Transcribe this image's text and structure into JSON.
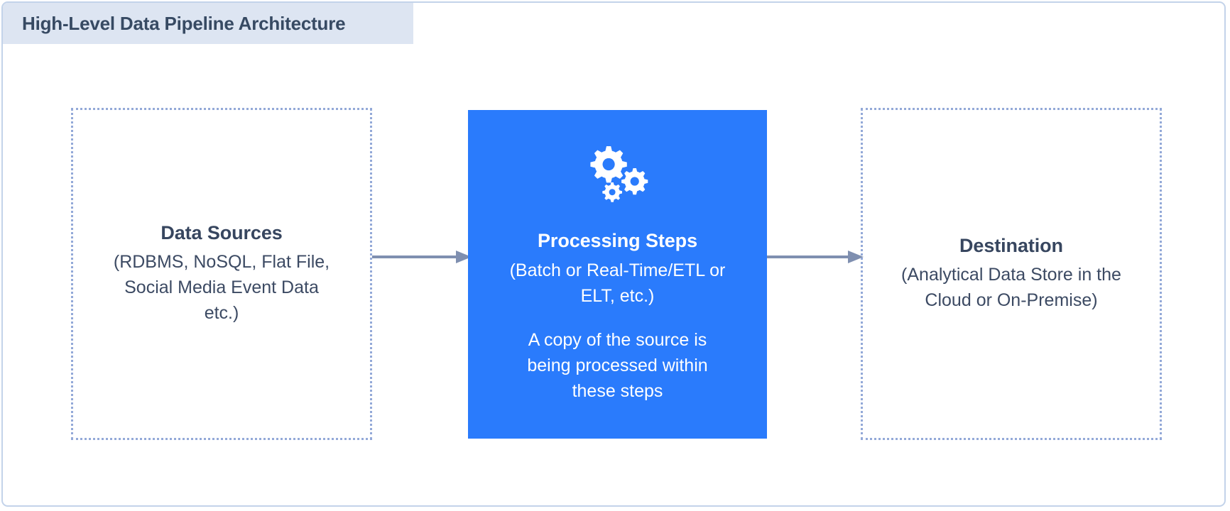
{
  "header": {
    "title": "High-Level Data Pipeline Architecture",
    "band_color": "#dde5f2",
    "text_color": "#374a63"
  },
  "colors": {
    "frame_border": "#c3d3ea",
    "dotted_border": "#93a9d8",
    "accent_blue": "#2a7bfc",
    "arrow": "#7f8fb0",
    "body_text": "#3c4a63",
    "heading_text": "#37465f",
    "background": "#ffffff"
  },
  "diagram": {
    "type": "flow",
    "nodes": [
      {
        "id": "sources",
        "title": "Data Sources",
        "subtitle": "(RDBMS, NoSQL, Flat File, Social Media Event Data etc.)",
        "style": "dotted-outline",
        "icon": null,
        "note": null
      },
      {
        "id": "processing",
        "title": "Processing Steps",
        "subtitle": "(Batch or Real-Time/ETL or ELT, etc.)",
        "style": "filled-blue",
        "icon": "gears-icon",
        "note": "A copy of the source is being processed within these steps"
      },
      {
        "id": "destination",
        "title": "Destination",
        "subtitle": "(Analytical Data Store in the Cloud or On-Premise)",
        "style": "dotted-outline",
        "icon": null,
        "note": null
      }
    ],
    "edges": [
      {
        "id": "edge-1",
        "from": "sources",
        "to": "processing",
        "icon": "arrow-right-icon"
      },
      {
        "id": "edge-2",
        "from": "processing",
        "to": "destination",
        "icon": "arrow-right-icon"
      }
    ]
  }
}
